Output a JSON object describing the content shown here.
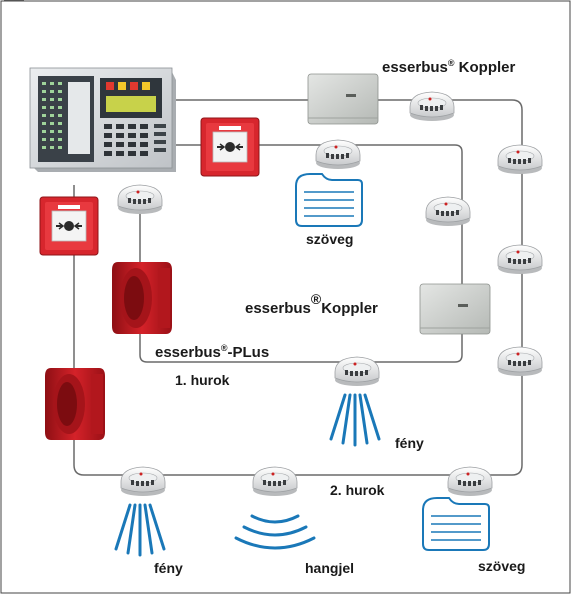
{
  "labels": {
    "coupler_top_brand": "esserbus",
    "coupler_top_reg": "®",
    "coupler_top_word": " Koppler",
    "coupler_mid_brand": "esserbus",
    "coupler_mid_reg": "®",
    "coupler_mid_word": "Koppler",
    "plus_brand": "esserbus",
    "plus_reg": "®",
    "plus_word": "-PLus",
    "loop1": "1. hurok",
    "loop2": "2. hurok",
    "text_top": "szöveg",
    "text_bottom": "szöveg",
    "light_mid": "fény",
    "light_bottom": "fény",
    "sound_bottom": "hangjel"
  },
  "colors": {
    "wire": "#6a6a6a",
    "panel_body": "#d9dcdf",
    "panel_display": "#c8d24a",
    "call_point_red": "#d7262d",
    "sounder_red": "#c0191f",
    "signal_blue": "#1a78b8",
    "coupler_grey": "#c9ccc9"
  },
  "icons": [
    "control-panel",
    "manual-call-point",
    "smoke-detector",
    "sounder",
    "coupler-box",
    "text-sign-icon",
    "light-rays-icon",
    "sound-waves-icon"
  ]
}
